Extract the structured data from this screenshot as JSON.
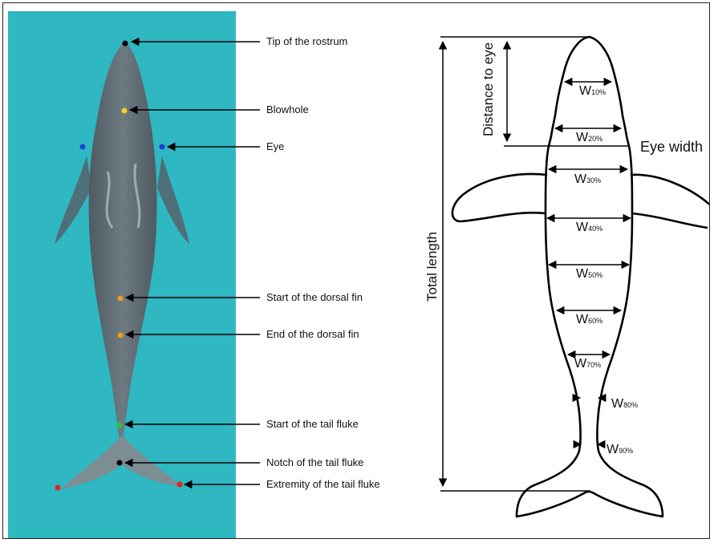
{
  "colors": {
    "water": "#2fb7c2",
    "whale_body": "#5e6a72",
    "marker_tip": "#000000",
    "marker_blowhole": "#f2d21b",
    "marker_eye": "#1f3fd6",
    "marker_dorsal": "#f29a1b",
    "marker_fluke_start": "#2fc23f",
    "marker_notch": "#000000",
    "marker_extremity": "#e8231b"
  },
  "photo_labels": {
    "tip": "Tip of the rostrum",
    "blowhole": "Blowhole",
    "eye": "Eye",
    "dorsal_start": "Start of the dorsal fin",
    "dorsal_end": "End of the dorsal fin",
    "fluke_start": "Start of the tail fluke",
    "fluke_notch": "Notch of the tail fluke",
    "fluke_extremity": "Extremity of the tail  fluke"
  },
  "diagram_labels": {
    "total_length": "Total length",
    "distance_to_eye": "Distance to eye",
    "eye_width": "Eye width",
    "widths": [
      {
        "w": "W",
        "sub": "10%"
      },
      {
        "w": "W",
        "sub": "20%"
      },
      {
        "w": "W",
        "sub": "30%"
      },
      {
        "w": "W",
        "sub": "40%"
      },
      {
        "w": "W",
        "sub": "50%"
      },
      {
        "w": "W",
        "sub": "60%"
      },
      {
        "w": "W",
        "sub": "70%"
      },
      {
        "w": "W",
        "sub": "80%"
      },
      {
        "w": "W",
        "sub": "90%"
      }
    ]
  }
}
